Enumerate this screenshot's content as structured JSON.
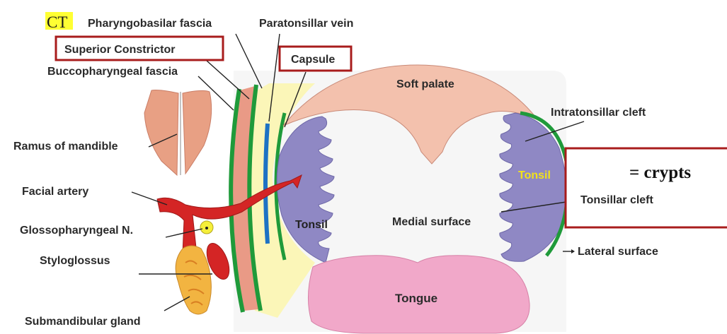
{
  "annotations": {
    "ct": "CT",
    "crypts": "= crypts",
    "highlight_color": "#ffff33",
    "box_color": "#a81c1c"
  },
  "labels": {
    "pharyngobasilar_fascia": "Pharyngobasilar fascia",
    "paratonsillar_vein": "Paratonsillar vein",
    "superior_constrictor": "Superior Constrictor",
    "capsule": "Capsule",
    "buccopharyngeal_fascia": "Buccopharyngeal fascia",
    "soft_palate": "Soft palate",
    "intratonsillar_cleft": "Intratonsillar cleft",
    "ramus_of_mandible": "Ramus of mandible",
    "tonsil_right": "Tonsil",
    "facial_artery": "Facial artery",
    "tonsillar_cleft": "Tonsillar cleft",
    "glossopharyngeal_n": "Glossopharyngeal N.",
    "tonsil_left": "Tonsil",
    "medial_surface": "Medial surface",
    "styloglossus": "Styloglossus",
    "lateral_surface": "Lateral surface",
    "tongue": "Tongue",
    "submandibular_gland": "Submandibular gland"
  },
  "colors": {
    "tonsil": "#8f88c4",
    "soft_palate": "#f3c1ad",
    "tongue": "#f1a8c9",
    "muscle": "#e99a86",
    "fascia_green": "#1f9a3a",
    "vein_blue": "#1d72c4",
    "artery_red": "#d42525",
    "gland_orange": "#f2b441",
    "capsule_bg": "#fbf6b8"
  }
}
